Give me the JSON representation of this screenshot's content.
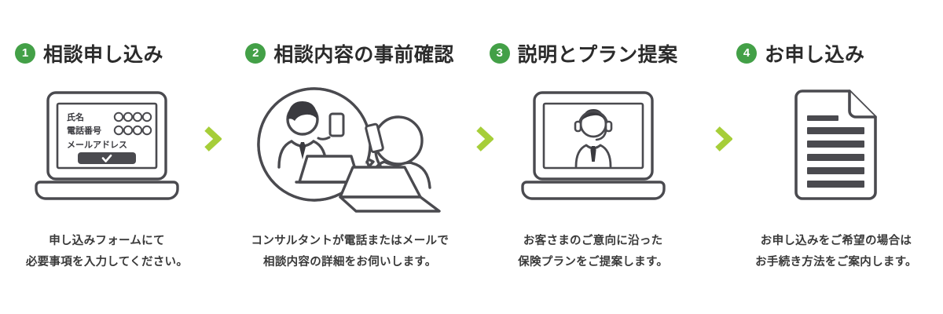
{
  "theme": {
    "badge_green": "#43a047",
    "chevron_green": "#a6ce39",
    "line_dark": "#4a4a4f",
    "text_dark": "#2b2b2b",
    "background": "#ffffff"
  },
  "steps": [
    {
      "number": "1",
      "title": "相談申し込み",
      "caption_line1": "申し込みフォームにて",
      "caption_line2": "必要事項を入力してください。",
      "art": "laptop-application-form",
      "form": {
        "field_labels": [
          "氏名",
          "電話番号",
          "メールアドレス"
        ],
        "submit_icon": "check-icon"
      }
    },
    {
      "number": "2",
      "title": "相談内容の事前確認",
      "caption_line1": "コンサルタントが電話またはメールで",
      "caption_line2": "相談内容の詳細をお伺いします。",
      "art": "consultant-speech-bubble-and-customer"
    },
    {
      "number": "3",
      "title": "説明とプラン提案",
      "caption_line1": "お客さまのご意向に沿った",
      "caption_line2": "保険プランをご提案します。",
      "art": "laptop-headset-operator"
    },
    {
      "number": "4",
      "title": "お申し込み",
      "caption_line1": "お申し込みをご希望の場合は",
      "caption_line2": "お手続き方法をご案内します。",
      "art": "document-with-folded-corner"
    }
  ],
  "connectors": [
    {
      "icon": "chevron-right-icon"
    },
    {
      "icon": "chevron-right-icon"
    },
    {
      "icon": "chevron-right-icon"
    }
  ]
}
